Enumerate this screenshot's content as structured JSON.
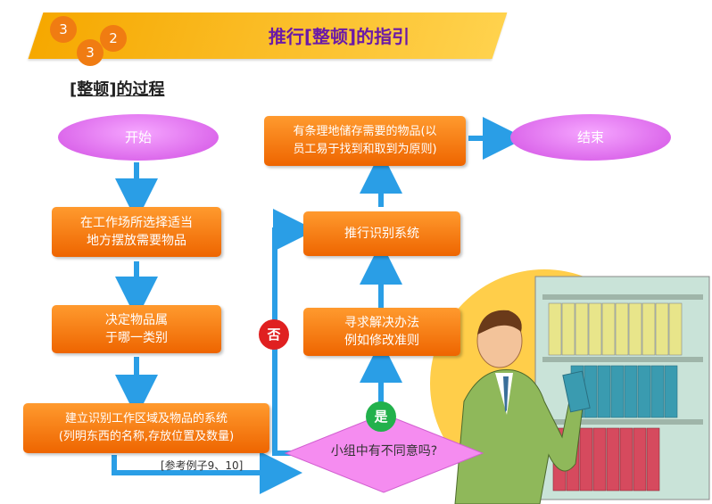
{
  "header": {
    "circle_a": "3",
    "circle_b": "2",
    "circle_c": "3",
    "title": "推行[整顿]的指引"
  },
  "section_title": "[整顿]的过程",
  "flow": {
    "start": "开始",
    "step1": [
      "在工作场所选择适当",
      "地方摆放需要物品"
    ],
    "step2": [
      "决定物品属",
      "于哪一类别"
    ],
    "step3": [
      "建立识别工作区域及物品的系统",
      "(列明东西的名称,存放位置及数量)"
    ],
    "note": "[参考例子9、10]",
    "decision": "小组中有不同意吗?",
    "yes_label": "是",
    "no_label": "否",
    "solve": [
      "寻求解决办法",
      "例如修改准则"
    ],
    "system": "推行识别系统",
    "store": [
      "有条理地储存需要的物品(以",
      "员工易于找到和取到为原则)"
    ],
    "end": "结束"
  },
  "colors": {
    "arrow": "#2a9ee6",
    "box": "#f07c12",
    "oval": "#e066f0",
    "decision": "#f58cf0",
    "yes": "#22b14c",
    "no": "#e02020",
    "title": "#6b1aa7"
  }
}
